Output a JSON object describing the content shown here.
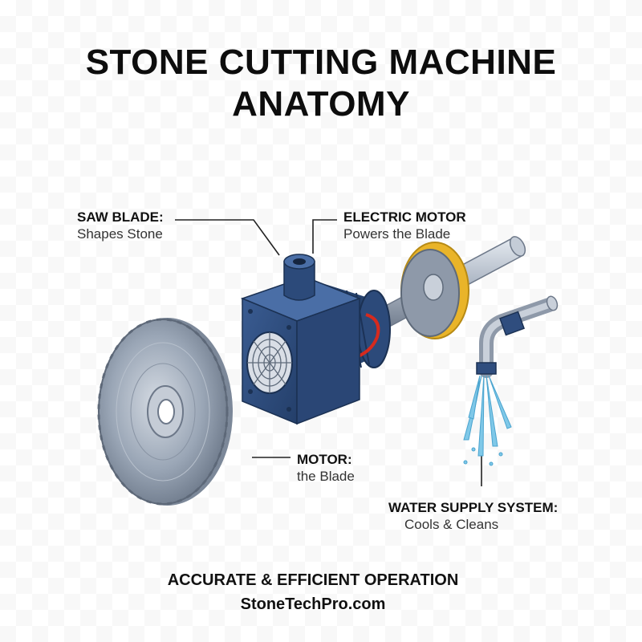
{
  "title": "STONE CUTTING MACHINE ANATOMY",
  "labels": {
    "saw_blade": {
      "heading": "SAW BLADE:",
      "description": "Shapes Stone"
    },
    "electric_motor": {
      "heading": "ELECTRIC MOTOR",
      "description": "Powers the Blade"
    },
    "motor": {
      "heading": "MOTOR:",
      "description": "the Blade"
    },
    "water_supply": {
      "heading": "WATER SUPPLY SYSTEM:",
      "description": "Cools & Cleans"
    }
  },
  "footer": {
    "tagline": "ACCURATE & EFFICIENT OPERATION",
    "website": "StoneTechPro.com"
  },
  "colors": {
    "motor_blue": "#2f4d7e",
    "blade_steel": "#8a97a8",
    "flange_yellow": "#e9b429",
    "wire_red": "#d62a1e",
    "water": "#7fc8e8"
  },
  "icons": [
    "saw-blade-icon",
    "electric-motor-icon",
    "cooling-fan-icon",
    "shaft-icon",
    "flange-icon",
    "water-pipe-icon",
    "water-spray-icon"
  ]
}
